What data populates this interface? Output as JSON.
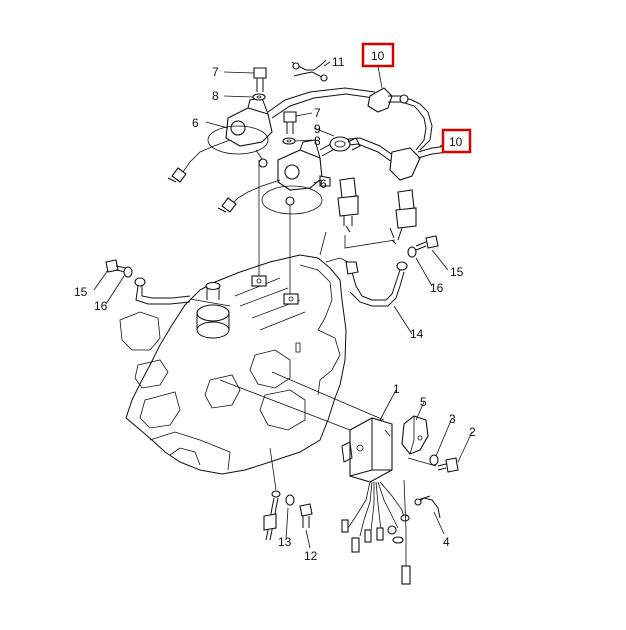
{
  "callouts": [
    {
      "id": "c1",
      "label": "1"
    },
    {
      "id": "c2",
      "label": "2"
    },
    {
      "id": "c3",
      "label": "3"
    },
    {
      "id": "c4",
      "label": "4"
    },
    {
      "id": "c5",
      "label": "5"
    },
    {
      "id": "c6a",
      "label": "6"
    },
    {
      "id": "c6b",
      "label": "6"
    },
    {
      "id": "c7a",
      "label": "7"
    },
    {
      "id": "c7b",
      "label": "7"
    },
    {
      "id": "c8a",
      "label": "8"
    },
    {
      "id": "c8b",
      "label": "8"
    },
    {
      "id": "c9",
      "label": "9"
    },
    {
      "id": "c10a",
      "label": "10"
    },
    {
      "id": "c10b",
      "label": "10"
    },
    {
      "id": "c11",
      "label": "11"
    },
    {
      "id": "c12",
      "label": "12"
    },
    {
      "id": "c13",
      "label": "13"
    },
    {
      "id": "c14",
      "label": "14"
    },
    {
      "id": "c15a",
      "label": "15"
    },
    {
      "id": "c15b",
      "label": "15"
    },
    {
      "id": "c16a",
      "label": "16"
    },
    {
      "id": "c16b",
      "label": "16"
    }
  ],
  "highlight_color": "#d40000"
}
